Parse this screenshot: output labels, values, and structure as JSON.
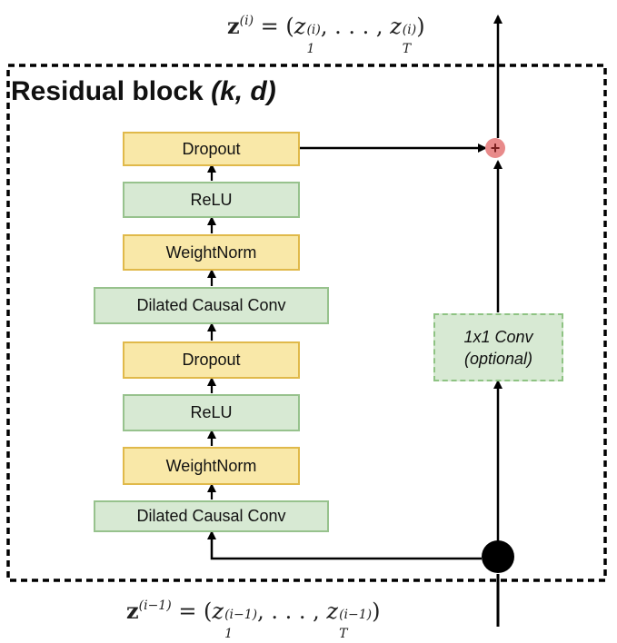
{
  "title": {
    "label": "Residual block",
    "params": "(k, d)"
  },
  "output_formula": {
    "lhs_var": "z",
    "lhs_sup": "(i)",
    "rhs_var": "z",
    "first_sub": "1",
    "last_sub": "T",
    "elem_sup": "(i)"
  },
  "input_formula": {
    "lhs_var": "z",
    "lhs_sup": "(i−1)",
    "rhs_var": "z",
    "first_sub": "1",
    "last_sub": "T",
    "elem_sup": "(i−1)"
  },
  "layers": [
    {
      "label": "Dropout",
      "type": "dropout"
    },
    {
      "label": "ReLU",
      "type": "activation"
    },
    {
      "label": "WeightNorm",
      "type": "normalization"
    },
    {
      "label": "Dilated Causal Conv",
      "type": "convolution"
    },
    {
      "label": "Dropout",
      "type": "dropout"
    },
    {
      "label": "ReLU",
      "type": "activation"
    },
    {
      "label": "WeightNorm",
      "type": "normalization"
    },
    {
      "label": "Dilated Causal Conv",
      "type": "convolution"
    }
  ],
  "skip_layer": {
    "line1": "1x1 Conv",
    "line2": "(optional)"
  },
  "add_node": {
    "symbol": "+"
  },
  "colors": {
    "yellow_fill": "#f9e8a8",
    "yellow_border": "#e0b94a",
    "green_fill": "#d7e9d3",
    "green_border": "#97c28d",
    "add_node": "#e88a8a",
    "arrows": "#000000"
  }
}
